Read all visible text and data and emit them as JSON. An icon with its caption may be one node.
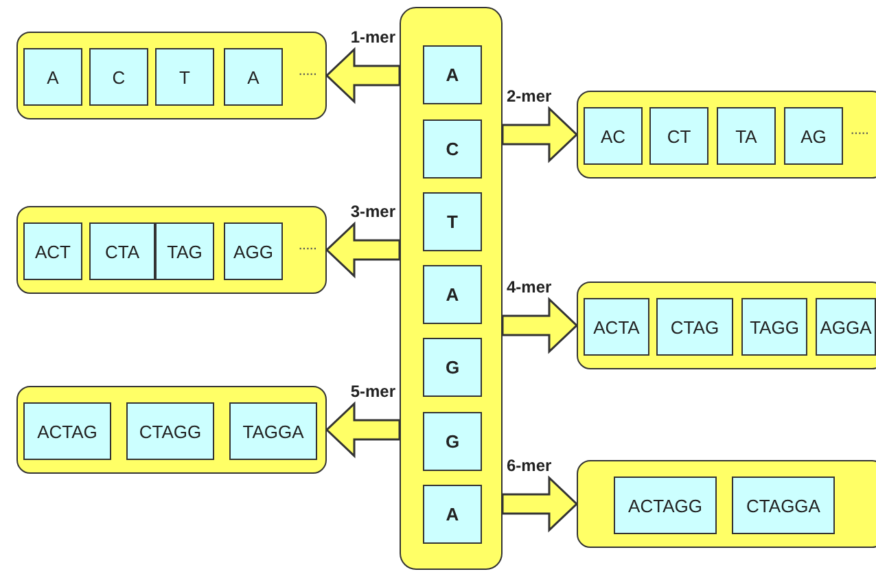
{
  "diagram": {
    "nodes": [
      {
        "text": [],
        "shape": "box"
      },
      {
        "text": [
          "A"
        ],
        "in": 0
      },
      {
        "text": [
          "C"
        ],
        "in": 0
      },
      {
        "text": [
          "T"
        ],
        "in": 0
      },
      {
        "text": [
          "A"
        ],
        "in": 0
      },
      {
        "text": [
          "G"
        ],
        "in": 0
      },
      {
        "text": [
          "G"
        ],
        "in": 0
      },
      {
        "text": [
          "A"
        ],
        "in": 0
      },
      {
        "text": [
          "·····"
        ]
      },
      {
        "text": [
          "A"
        ],
        "in": 8
      },
      {
        "text": [
          "C"
        ],
        "in": 8
      },
      {
        "text": [
          "T"
        ],
        "in": 8
      },
      {
        "text": [
          "A"
        ],
        "in": 8
      },
      {
        "text": [
          "·····"
        ]
      },
      {
        "text": [
          "AC"
        ],
        "in": 13
      },
      {
        "text": [
          "CT"
        ],
        "in": 13
      },
      {
        "text": [
          "TA"
        ],
        "in": 13
      },
      {
        "text": [
          "AG"
        ],
        "in": 13
      },
      {
        "text": [
          "·····"
        ]
      },
      {
        "text": [
          "ACT"
        ],
        "in": 18
      },
      {
        "text": [
          "CTA"
        ],
        "in": 18
      },
      {
        "text": [
          "TAG"
        ],
        "in": 18
      },
      {
        "text": [
          "AGG"
        ],
        "in": 18
      },
      {
        "text": [],
        "shape": "box"
      },
      {
        "text": [
          "ACTA"
        ],
        "in": 23
      },
      {
        "text": [
          "CTAG"
        ],
        "in": 23
      },
      {
        "text": [
          "TAGG"
        ],
        "in": 23
      },
      {
        "text": [
          "AGGA"
        ],
        "in": 23
      },
      {
        "text": [],
        "shape": "box"
      },
      {
        "text": [
          "ACTAG"
        ],
        "in": 28
      },
      {
        "text": [
          "CTAGG"
        ],
        "in": 28
      },
      {
        "text": [
          "TAGGA"
        ],
        "in": 28
      },
      {
        "text": [],
        "shape": "box"
      },
      {
        "text": [
          "ACTAGG"
        ],
        "in": 32
      },
      {
        "text": [
          "CTAGGA"
        ],
        "in": 32
      }
    ],
    "edges": [
      {
        "from": 0,
        "to": 8,
        "arrow": "to",
        "label": "1-mer",
        "style": "thick"
      },
      {
        "from": 0,
        "to": 13,
        "arrow": "to",
        "label": "2-mer",
        "style": "thick"
      },
      {
        "from": 0,
        "to": 18,
        "arrow": "to",
        "label": "3-mer",
        "style": "thick"
      },
      {
        "from": 0,
        "to": 23,
        "arrow": "to",
        "label": "4-mer",
        "style": "thick"
      },
      {
        "from": 0,
        "to": 28,
        "arrow": "to",
        "label": "5-mer",
        "style": "thick"
      },
      {
        "from": 0,
        "to": 32,
        "arrow": "to",
        "label": "6-mer",
        "style": "thick"
      }
    ]
  }
}
